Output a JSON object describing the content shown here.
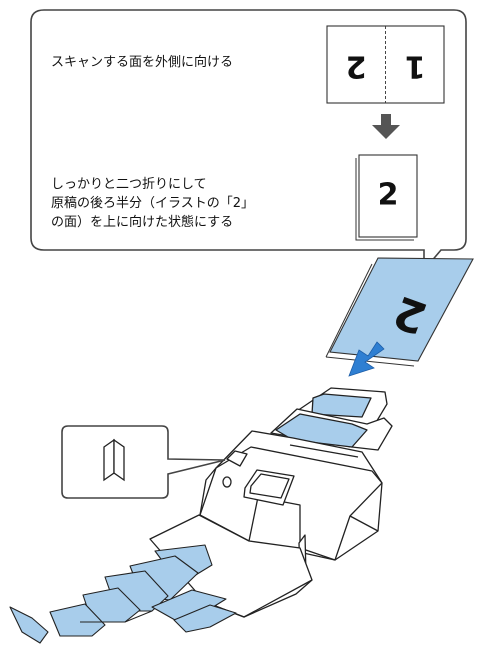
{
  "callout": {
    "instruction_top": "スキャンする面を外側に向ける",
    "instruction_bottom_lines": [
      "しっかりと二つ折りにして",
      "原稿の後ろ半分（イラストの「2」",
      "の面）を上に向けた状態にする"
    ]
  },
  "page_numbers": {
    "left_half": "2",
    "right_half": "1",
    "folded": "2",
    "inserted": "2"
  },
  "colors": {
    "outline": "#222222",
    "sheet_fill": "#a8cdeb",
    "insert_arrow": "#2f7fd2",
    "step_arrow": "#555555",
    "scanner_body": "#ffffff"
  },
  "icons": [
    "down-arrow-icon",
    "insert-arrow-icon",
    "folded-sheet-icon"
  ]
}
